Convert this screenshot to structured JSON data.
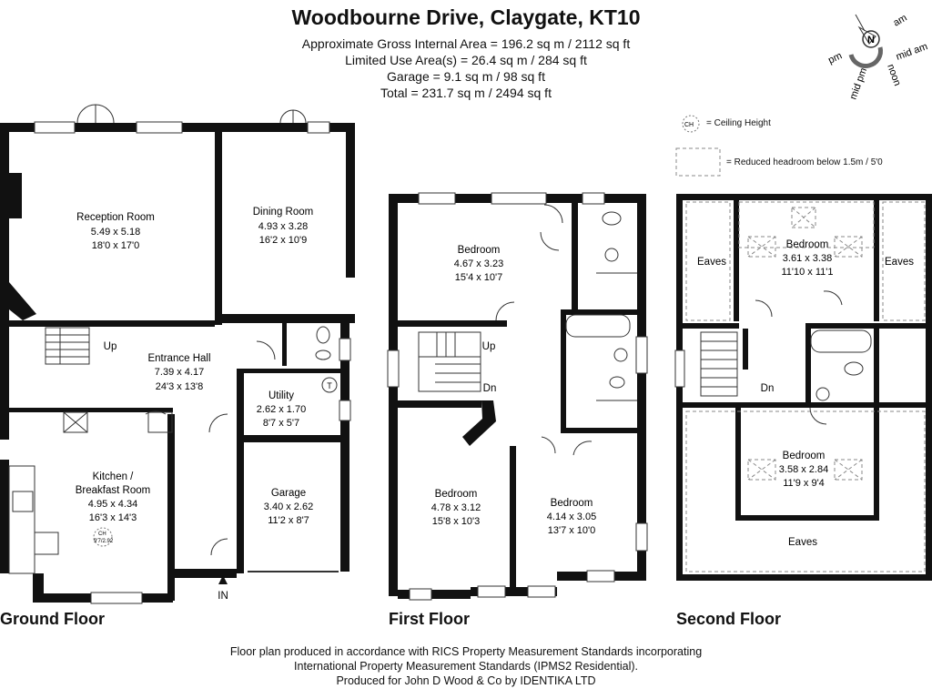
{
  "header": {
    "title": "Woodbourne Drive, Claygate, KT10",
    "line1": "Approximate Gross Internal Area = 196.2 sq m / 2112 sq ft",
    "line2": "Limited Use Area(s) = 26.4 sq m / 284 sq ft",
    "line3": "Garage = 9.1 sq m / 98 sq ft",
    "line4": "Total = 231.7 sq m / 2494 sq ft"
  },
  "compass": {
    "north": "N",
    "am": "am",
    "mid_am": "mid am",
    "noon": "noon",
    "mid_pm": "mid pm",
    "pm": "pm"
  },
  "legend": {
    "ch_symbol": "CH",
    "ch_text": "= Ceiling Height",
    "reduced_text": "= Reduced headroom below 1.5m / 5'0"
  },
  "ground_floor": {
    "label": "Ground Floor",
    "entrance": "IN",
    "rooms": {
      "reception": {
        "name": "Reception Room",
        "dim_m": "5.49 x 5.18",
        "dim_ft": "18'0 x 17'0"
      },
      "dining": {
        "name": "Dining Room",
        "dim_m": "4.93 x 3.28",
        "dim_ft": "16'2 x 10'9"
      },
      "hall": {
        "name": "Entrance Hall",
        "dim_m": "7.39 x 4.17",
        "dim_ft": "24'3 x 13'8",
        "stairs": "Up"
      },
      "utility": {
        "name": "Utility",
        "dim_m": "2.62 x 1.70",
        "dim_ft": "8'7 x 5'7",
        "symbol": "T"
      },
      "kitchen": {
        "name1": "Kitchen /",
        "name2": "Breakfast Room",
        "dim_m": "4.95 x 4.34",
        "dim_ft": "16'3 x 14'3",
        "ch_label": "CH",
        "ch_value": "9'7/2.92"
      },
      "garage": {
        "name": "Garage",
        "dim_m": "3.40 x 2.62",
        "dim_ft": "11'2 x 8'7"
      }
    }
  },
  "first_floor": {
    "label": "First Floor",
    "stairs_up": "Up",
    "stairs_down": "Dn",
    "rooms": {
      "bed1": {
        "name": "Bedroom",
        "dim_m": "4.67 x 3.23",
        "dim_ft": "15'4 x 10'7"
      },
      "bed2": {
        "name": "Bedroom",
        "dim_m": "4.78 x 3.12",
        "dim_ft": "15'8 x 10'3"
      },
      "bed3": {
        "name": "Bedroom",
        "dim_m": "4.14 x 3.05",
        "dim_ft": "13'7 x 10'0"
      }
    }
  },
  "second_floor": {
    "label": "Second Floor",
    "stairs_down": "Dn",
    "rooms": {
      "bed1": {
        "name": "Bedroom",
        "dim_m": "3.61 x 3.38",
        "dim_ft": "11'10 x 11'1"
      },
      "bed2": {
        "name": "Bedroom",
        "dim_m": "3.58 x 2.84",
        "dim_ft": "11'9 x 9'4"
      },
      "eaves_left": "Eaves",
      "eaves_right": "Eaves",
      "eaves_bottom": "Eaves"
    }
  },
  "footer": {
    "line1": "Floor plan produced in accordance with RICS Property Measurement Standards incorporating",
    "line2": "International Property Measurement Standards (IPMS2 Residential).",
    "line3": "Produced for John D Wood & Co by IDENTIKA LTD"
  }
}
